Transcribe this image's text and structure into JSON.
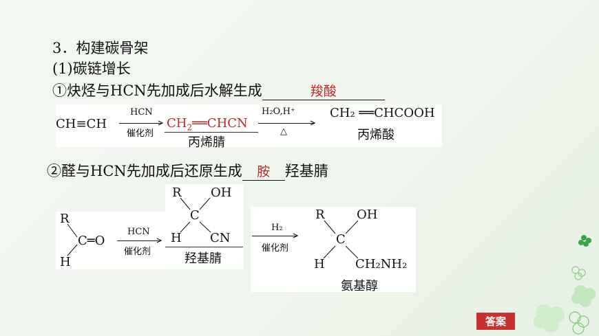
{
  "heading": "3．构建碳骨架",
  "subheading": "(1)碳链增长",
  "item1": {
    "text": "①炔烃与HCN先加成后水解生成",
    "answer": "羧酸"
  },
  "item2": {
    "text_before": "②醛与HCN先加成后还原生成",
    "answer": "胺",
    "text_after": "羟基腈"
  },
  "reaction1": {
    "reactant": "CH≡CH",
    "arrow1_top": "HCN",
    "arrow1_bottom": "催化剂",
    "intermediate_a": "CH",
    "intermediate_sub": "2",
    "intermediate_b": "══CHCN",
    "intermediate_name": "丙烯腈",
    "arrow2_top": "H₂O,H⁺",
    "arrow2_bottom": "△",
    "product": "CH₂ ══CHCOOH",
    "product_name": "丙烯酸"
  },
  "reaction2": {
    "r": "R",
    "h": "H",
    "co": "C═O",
    "arrow1_top": "HCN",
    "arrow1_bottom": "催化剂",
    "mid_r": "R",
    "mid_oh": "OH",
    "mid_c": "C",
    "mid_h": "H",
    "mid_cn": "CN",
    "mid_name": "羟基腈",
    "arrow2_top": "H₂",
    "arrow2_bottom": "催化剂",
    "prod_r": "R",
    "prod_oh": "OH",
    "prod_c": "C",
    "prod_h": "H",
    "prod_ch2nh2": "CH₂NH₂",
    "prod_name": "氨基醇"
  },
  "answer_button": "答案",
  "colors": {
    "accent": "#c0272d",
    "button": "#c8312f"
  }
}
